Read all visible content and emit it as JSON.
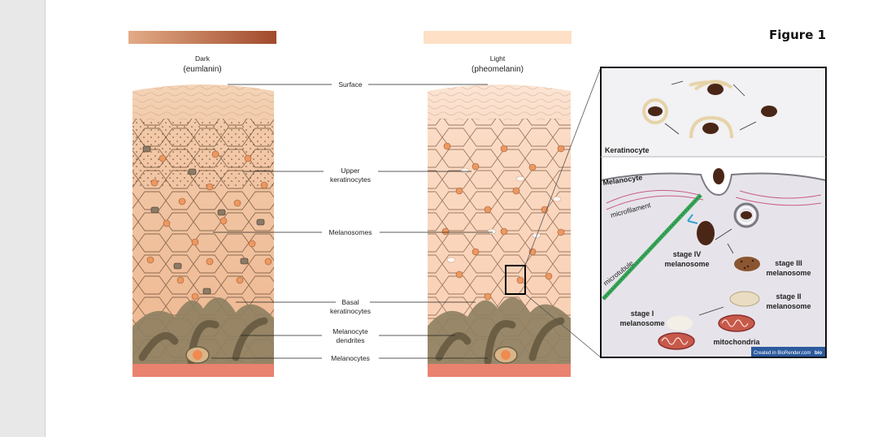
{
  "figure": {
    "title": "Figure 1"
  },
  "skin": {
    "dark_label": "Dark",
    "dark_sublabel": "(eumlanin)",
    "light_label": "Light",
    "light_sublabel": "(pheomelanin)",
    "labels": [
      "Surface",
      "Upper",
      "keratinocytes",
      "Melanosomes",
      "Basal",
      "keratinocytes",
      "Melanocyte",
      "dendrites",
      "Melanocytes"
    ]
  },
  "inset": {
    "keratinocyte": "Keratinocyte",
    "melanocyte": "Melanocyte",
    "microfilament": "microfilament",
    "microtubule": "microtubule",
    "stage4_a": "stage IV",
    "stage4_b": "melanosome",
    "stage3_a": "stage III",
    "stage3_b": "melanosome",
    "stage2_a": "stage II",
    "stage2_b": "melanosome",
    "stage1_a": "stage I",
    "stage1_b": "melanosome",
    "mitochondria": "mitochondria",
    "credit": "Created in BioRender.com",
    "credit_logo": "bio"
  },
  "colors": {
    "dark_gradient_start": "#e2ab86",
    "dark_gradient_end": "#a14a2c",
    "light_bar": "#fde0c6",
    "dark_skin": "#f0bf98",
    "light_skin": "#fbd9c0",
    "dermis": "#e9826e",
    "melanocyte": "#8d8060",
    "melanin": "#4a2616"
  }
}
